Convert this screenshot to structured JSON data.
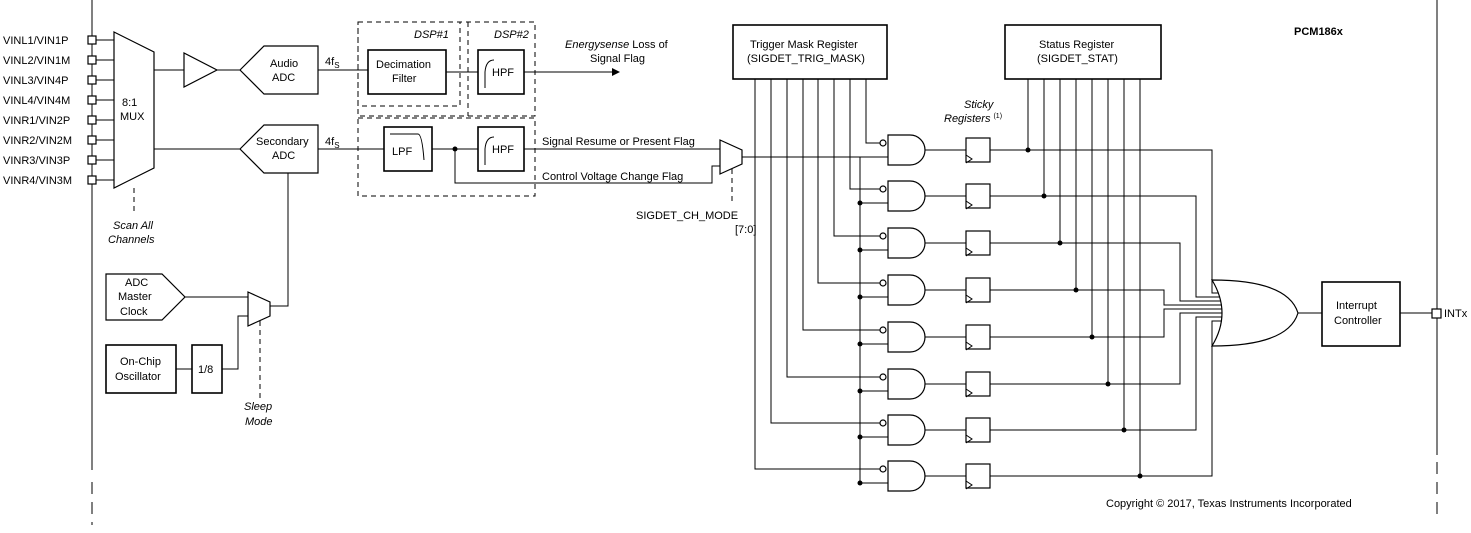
{
  "chip": {
    "name": "PCM186x"
  },
  "inputs": [
    "VINL1/VIN1P",
    "VINL2/VIN1M",
    "VINL3/VIN4P",
    "VINL4/VIN4M",
    "VINR1/VIN2P",
    "VINR2/VIN2M",
    "VINR3/VIN3P",
    "VINR4/VIN3M"
  ],
  "mux": {
    "line1": "8:1",
    "line2": "MUX",
    "note_line1": "Scan All",
    "note_line2": "Channels"
  },
  "audio_adc": {
    "line1": "Audio",
    "line2": "ADC",
    "rate": "4f",
    "rate_sub": "S"
  },
  "secondary_adc": {
    "line1": "Secondary",
    "line2": "ADC",
    "rate": "4f",
    "rate_sub": "S"
  },
  "dsp1": {
    "label": "DSP#1",
    "block_line1": "Decimation",
    "block_line2": "Filter"
  },
  "dsp2": {
    "label": "DSP#2",
    "block": "HPF"
  },
  "signal_path": {
    "lpf": "LPF",
    "hpf": "HPF"
  },
  "energysense": {
    "word": "Energysense",
    "rest": " Loss of",
    "line2": "Signal Flag"
  },
  "flags": {
    "signal_resume": "Signal Resume or Present Flag",
    "control_voltage": "Control Voltage Change Flag"
  },
  "sigdet_mode": {
    "line1": "SIGDET_CH_MODE",
    "line2": "[7:0]"
  },
  "clock": {
    "line1": "ADC",
    "line2": "Master",
    "line3": "Clock"
  },
  "oscillator": {
    "line1": "On-Chip",
    "line2": "Oscillator",
    "divider": "1/8"
  },
  "sleep": {
    "line1": "Sleep",
    "line2": "Mode"
  },
  "trigger_register": {
    "line1": "Trigger Mask Register",
    "line2": "(SIGDET_TRIG_MASK)"
  },
  "status_register": {
    "line1": "Status Register",
    "line2": "(SIGDET_STAT)"
  },
  "sticky": {
    "line1": "Sticky",
    "line2": "Registers",
    "note": "(1)"
  },
  "interrupt": {
    "line1": "Interrupt",
    "line2": "Controller"
  },
  "output_pin": "INTx",
  "copyright": "Copyright © 2017, Texas Instruments Incorporated"
}
